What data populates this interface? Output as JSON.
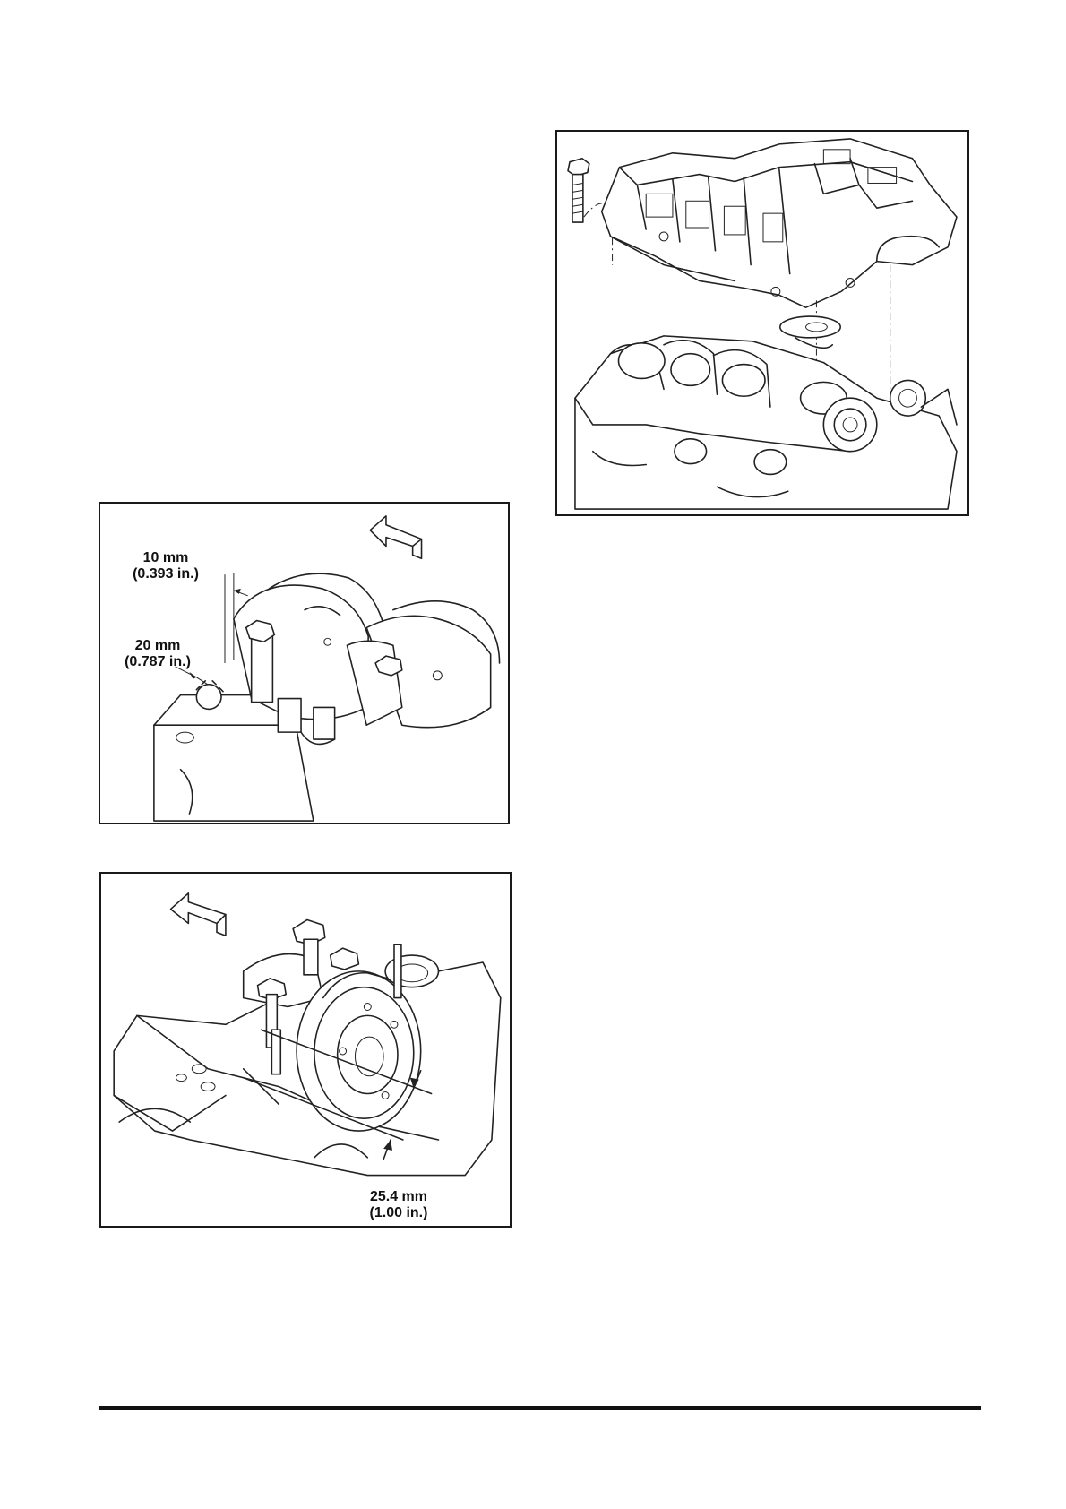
{
  "figures": {
    "crank": {
      "dim_top_mm": "10 mm",
      "dim_top_in": "(0.393 in.)",
      "dim_bottom_mm": "20 mm",
      "dim_bottom_in": "(0.787 in.)",
      "direction_icon": "front-arrow-icon"
    },
    "pump": {
      "dim_mm": "25.4 mm",
      "dim_in": "(1.00 in.)",
      "direction_icon": "front-arrow-icon"
    },
    "manifold": {
      "icon": "oil-pan-installation-illustration"
    }
  }
}
